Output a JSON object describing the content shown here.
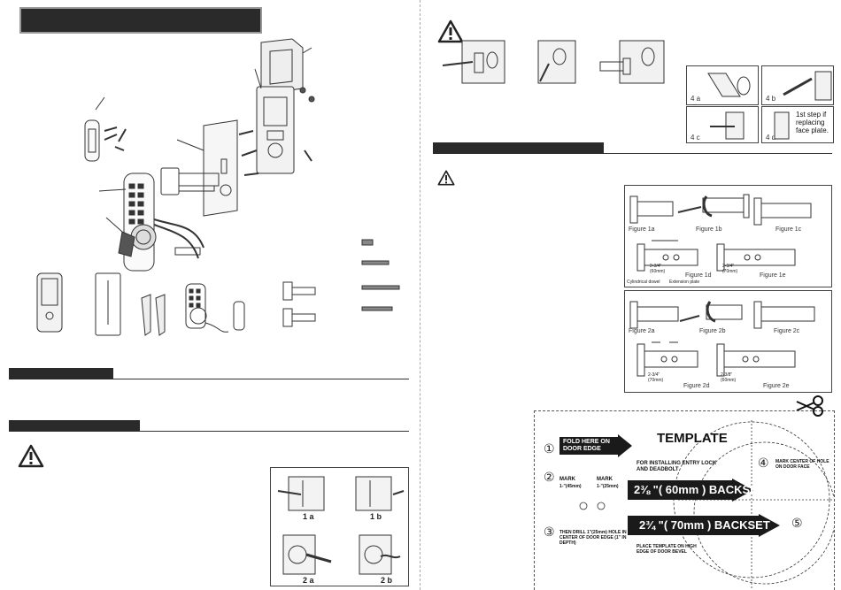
{
  "left": {
    "title_bar": "",
    "section1_bar": "",
    "section2_bar": ""
  },
  "fig1_captions": [
    "1 a",
    "1 b",
    "2 a",
    "2 b"
  ],
  "fig4_captions": [
    "4 a",
    "4 b",
    "4 c",
    "4 d"
  ],
  "fig4_note": "1st step if replacing face plate.",
  "right": {
    "section_bar": ""
  },
  "fig_adjust": {
    "row1": [
      "Figure 1a",
      "Figure 1b",
      "Figure 1c",
      "Figure 1d",
      "Figure 1e"
    ],
    "row1_dims": [
      "2-3/4\"",
      "(60mm)",
      "2-3/4\"",
      "(70mm)"
    ],
    "row1_small": [
      "Cylindrical dowel",
      "Extension plate"
    ],
    "row2": [
      "Figure 2a",
      "Figure 2b",
      "Figure 2c",
      "Figure 2d",
      "Figure 2e"
    ],
    "row2_dims": [
      "2-3/4\"",
      "(70mm)",
      "2-3/8\"",
      "(60mm)"
    ]
  },
  "template": {
    "title": "TEMPLATE",
    "step1": "FOLD HERE ON DOOR EDGE",
    "step1_num": "①",
    "step2_num": "②",
    "step3_num": "③",
    "step4_num": "④",
    "step5_num": "⑤",
    "for_installing": "FOR INSTALLING ENTRY LOCK AND DEADBOLT",
    "mark1": "MARK",
    "mark1_dim": "1-\"(45mm)",
    "mark2": "MARK",
    "mark2_dim": "1-\"(25mm)",
    "backset_60": "2⅜ \"( 60mm ) BACKSET",
    "backset_70": "2¾ \"( 70mm ) BACKSET",
    "drill": "THEN DRILL 1\"(25mm) HOLE IN CENTER OF DOOR EDGE (1\" IN DEPTH)",
    "place": "PLACE TEMPLATE ON HIGH EDGE OF DOOR BEVEL",
    "mark_center": "MARK CENTER OF HOLE ON DOOR FACE"
  }
}
